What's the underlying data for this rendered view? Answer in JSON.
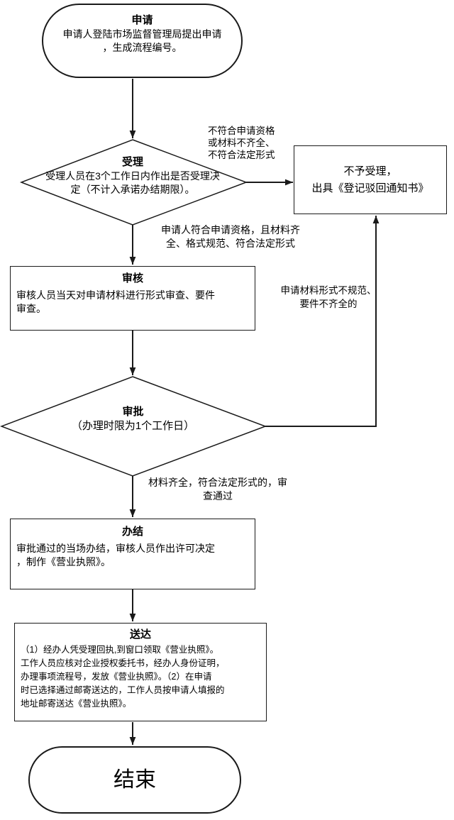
{
  "nodes": {
    "apply": {
      "title": "申请",
      "body": "申请人登陆市场监督管理局提出申请\n，生成流程编号。"
    },
    "accept": {
      "title": "受理",
      "body": "受理人员在3个工作日内作出是否受理决\n定（不计入承诺办结期限）。"
    },
    "reject": {
      "body": "不予受理，\n出具《登记驳回通知书》"
    },
    "review": {
      "title": "审核",
      "body": "审核人员当天对申请材料进行形式审查、要件\n审查。"
    },
    "approve": {
      "title": "审批",
      "body": "（办理时限为1个工作日）"
    },
    "complete": {
      "title": "办结",
      "body": "审批通过的当场办结，审核人员作出许可决定\n，制作《营业执照》。"
    },
    "deliver": {
      "title": "送达",
      "body": "（1）经办人凭受理回执,到窗口领取《营业执照》。\n工作人员应核对企业授权委托书，经办人身份证明，\n办理事项流程号，发放《营业执照》。（2）在申请\n时已选择通过邮寄送达的，工作人员按申请人填报的\n地址邮寄送达《营业执照》。"
    },
    "end": {
      "title": "结束"
    }
  },
  "edge_labels": {
    "not_qualified": "不符合申请资格\n或材料不齐全、\n不符合法定形式",
    "qualified": "申请人符合申请资格，且材料齐\n全、格式规范、符合法定形式",
    "materials_invalid": "申请材料形式不规范、\n要件不齐全的",
    "materials_complete": "材料齐全，符合法定形式的，审\n查通过"
  },
  "colors": {
    "stroke": "#1a1a1a",
    "background": "#ffffff"
  }
}
